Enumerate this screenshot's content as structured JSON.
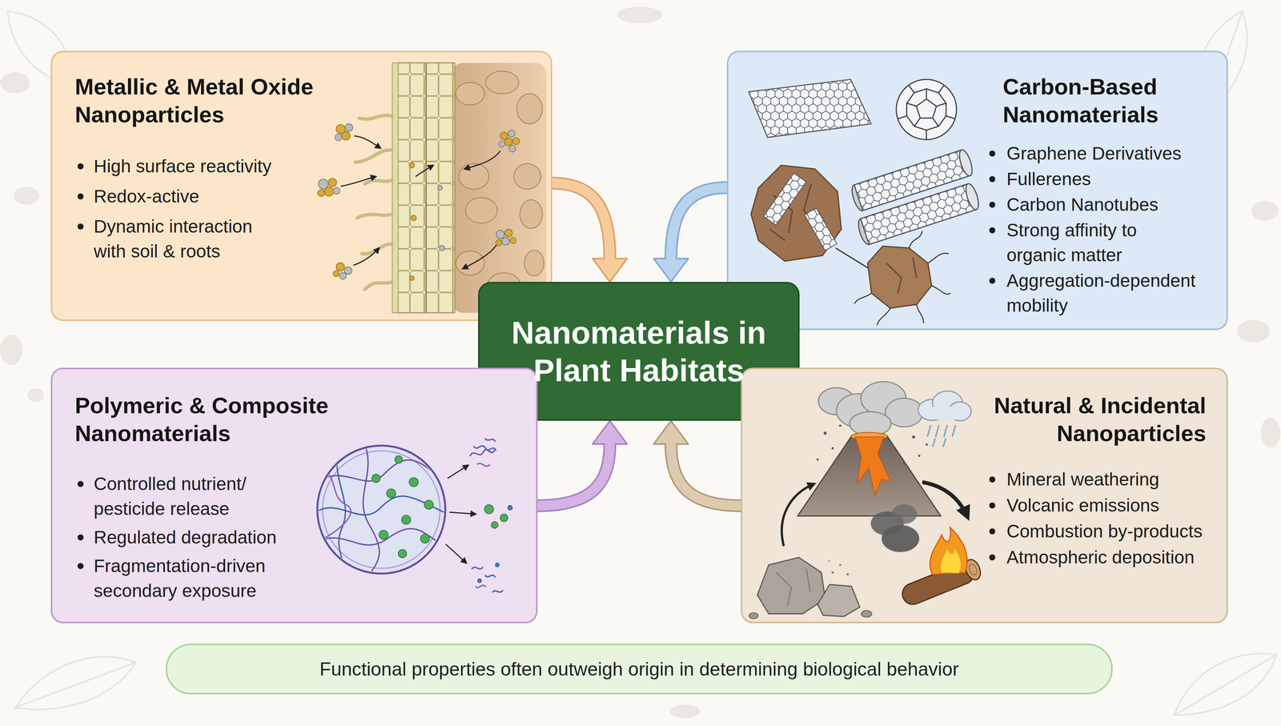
{
  "diagram": {
    "nodes": [
      {
        "text": [
          "Metallic & Metal Oxide Nanoparticles",
          "High surface reactivity",
          "Redox-active",
          "Dynamic interaction with soil & roots"
        ]
      },
      {
        "text": [
          "Carbon-Based Nanomaterials",
          "Graphene Derivatives",
          "Fullerenes",
          "Carbon Nanotubes",
          "Strong affinity to organic matter",
          "Aggregation-dependent mobility"
        ]
      },
      {
        "text": [
          "Nanomaterials in Plant Habitats"
        ]
      },
      {
        "text": [
          "Polymeric & Composite Nanomaterials",
          "Controlled nutrient/ pesticide release",
          "Regulated degradation",
          "Fragmentation-driven secondary exposure"
        ]
      },
      {
        "text": [
          "Natural & Incidental Nanoparticles",
          "Mineral weathering",
          "Volcanic emissions",
          "Combustion by-products",
          "Atmospheric deposition"
        ]
      },
      {
        "text": [
          "Functional properties often outweigh origin in determining biological behavior"
        ]
      }
    ],
    "edges": [
      {
        "from": 0,
        "to": 2,
        "arrow": "to"
      },
      {
        "from": 1,
        "to": 2,
        "arrow": "to"
      },
      {
        "from": 3,
        "to": 2,
        "arrow": "to"
      },
      {
        "from": 4,
        "to": 2,
        "arrow": "to"
      }
    ]
  }
}
